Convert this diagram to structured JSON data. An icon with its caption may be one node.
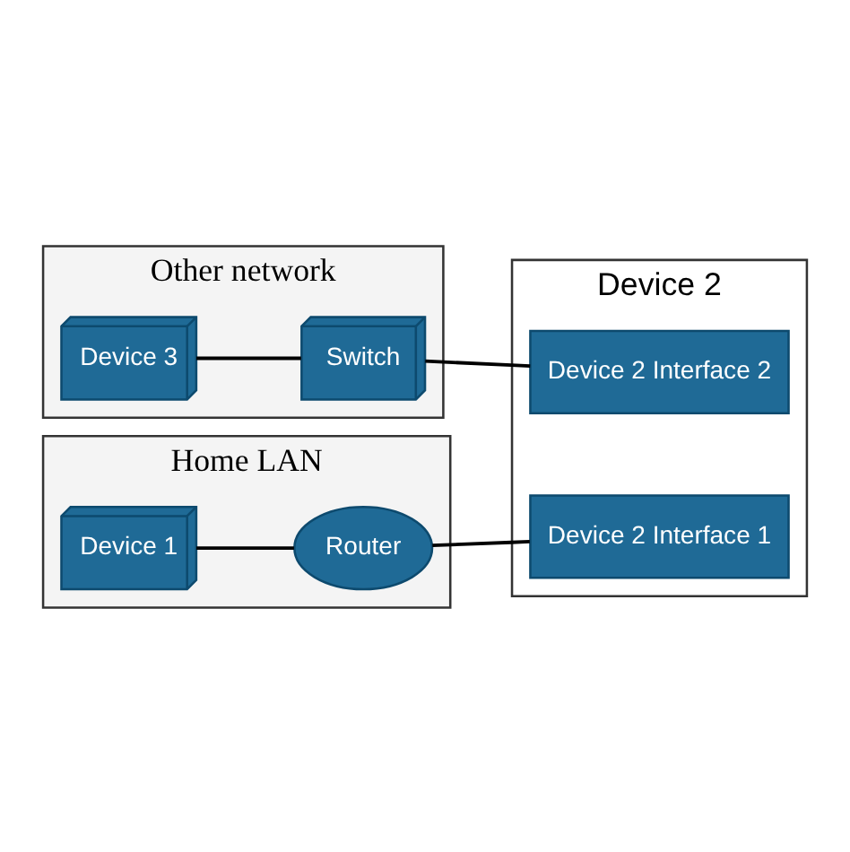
{
  "diagram": {
    "nodes": [
      {
        "text": [
          "Other network"
        ]
      },
      {
        "text": [
          "Device 3"
        ],
        "in": 0
      },
      {
        "text": [
          "Switch"
        ],
        "in": 0
      },
      {
        "text": [
          "Device 2"
        ]
      },
      {
        "text": [
          "Device 2 Interface 2"
        ],
        "in": 3
      },
      {
        "text": [
          "Device 2 Interface 1"
        ],
        "in": 3
      },
      {
        "text": [
          "Home LAN"
        ]
      },
      {
        "text": [
          "Device 1"
        ],
        "in": 6
      },
      {
        "text": [
          "Router"
        ],
        "in": 6
      }
    ],
    "edges": [
      {
        "from": 1,
        "to": 2,
        "arrow": "none"
      },
      {
        "from": 2,
        "to": 4,
        "arrow": "none"
      },
      {
        "from": 7,
        "to": 8,
        "arrow": "none"
      },
      {
        "from": 8,
        "to": 5,
        "arrow": "none"
      }
    ]
  }
}
